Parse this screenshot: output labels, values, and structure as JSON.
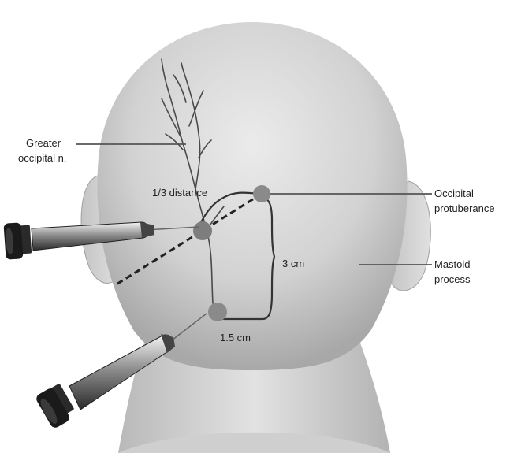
{
  "labels": {
    "greater_occipital": [
      "Greater",
      "occipital n."
    ],
    "one_third": "1/3 distance",
    "occipital_protuberance": [
      "Occipital",
      "protuberance"
    ],
    "three_cm": "3 cm",
    "mastoid_process": [
      "Mastoid",
      "process"
    ],
    "one_half_cm": "1.5 cm"
  },
  "colors": {
    "skin_light": "#e6e6e6",
    "skin_dark": "#9a9a9a",
    "line": "#333333",
    "leader": "#555555",
    "dot": "#8a8a8a"
  }
}
